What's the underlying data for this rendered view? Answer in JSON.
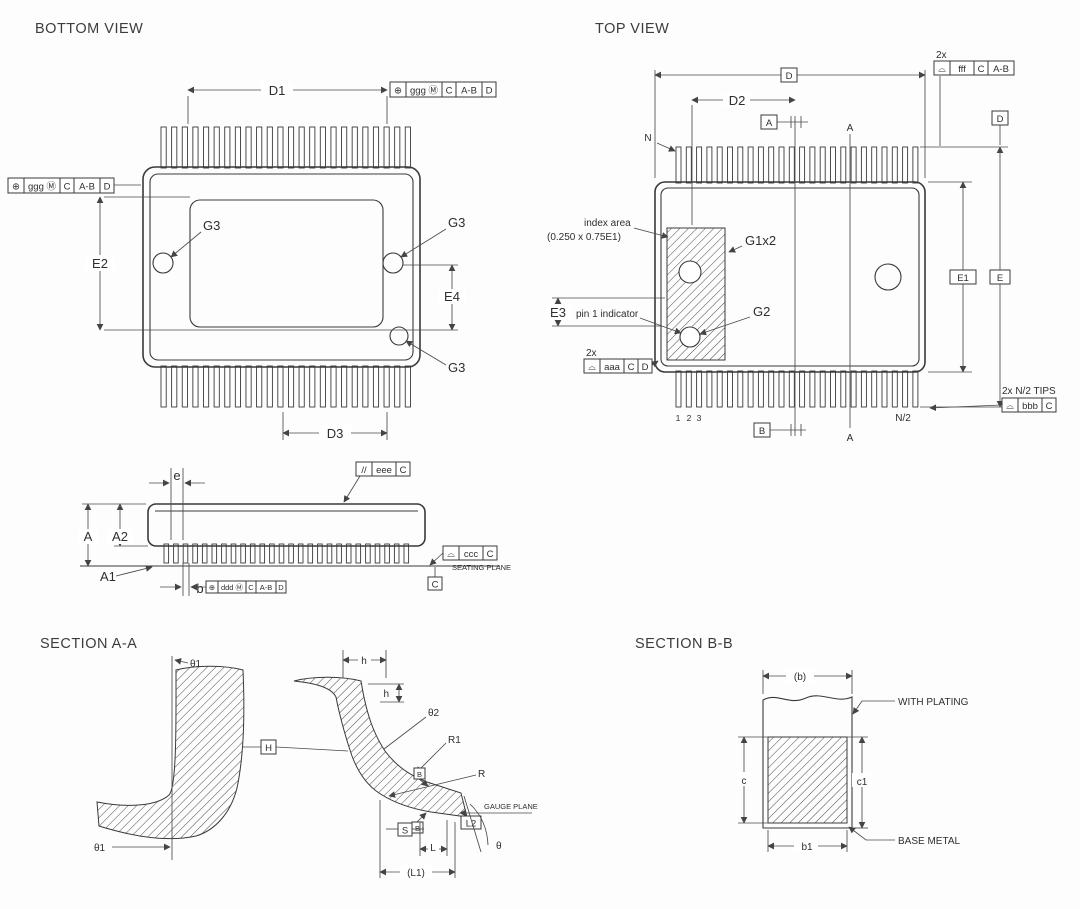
{
  "titles": {
    "bottom_view": "BOTTOM VIEW",
    "top_view": "TOP VIEW",
    "section_aa": "SECTION A-A",
    "section_bb": "SECTION B-B"
  },
  "bottom_view": {
    "dim_d1": "D1",
    "dim_d3": "D3",
    "dim_e2": "E2",
    "dim_e4": "E4",
    "label_g3": "G3",
    "fcf_ggg": {
      "sym": "⊕",
      "tol": "ggg Ⓜ",
      "ref1": "C",
      "ref2": "A-B",
      "ref3": "D"
    }
  },
  "top_view": {
    "dim_d": "D",
    "dim_d2": "D2",
    "dim_e": "E",
    "dim_e1": "E1",
    "dim_e3": "E3",
    "label_n": "N",
    "label_n2": "N/2",
    "label_g1": "G1x2",
    "label_g2": "G2",
    "datum_a": "A",
    "datum_b": "B",
    "datum_d": "D",
    "section_a": "A",
    "note_index_area": "index area",
    "note_index_size": "(0.250 x 0.75E1)",
    "note_pin1": "pin 1 indicator",
    "qty_2x": "2x",
    "note_tips": "2x N/2 TIPS",
    "pin_numbers": [
      "1",
      "2",
      "3"
    ],
    "fcf_fff": {
      "sym": "⌓",
      "tol": "fff",
      "ref1": "C",
      "ref2": "A-B"
    },
    "fcf_aaa": {
      "sym": "⌓",
      "tol": "aaa",
      "ref1": "C",
      "ref2": "D"
    },
    "fcf_bbb": {
      "sym": "⌓",
      "tol": "bbb",
      "ref1": "C"
    }
  },
  "side_view": {
    "dim_e": "e",
    "dim_a": "A",
    "dim_a1": "A1",
    "dim_a2": "A2",
    "dim_b": "b",
    "datum_c": "C",
    "note_seating": "SEATING PLANE",
    "fcf_eee": {
      "sym": "//",
      "tol": "eee",
      "ref1": "C"
    },
    "fcf_ccc": {
      "sym": "⌓",
      "tol": "ccc",
      "ref1": "C"
    },
    "fcf_ddd": {
      "sym": "⊕",
      "tol": "ddd Ⓜ",
      "ref1": "C",
      "ref2": "A-B",
      "ref3": "D"
    }
  },
  "section_aa": {
    "theta1": "θ1",
    "theta2": "θ2",
    "theta": "θ",
    "h": "h",
    "r1": "R1",
    "r": "R",
    "l": "L",
    "l1": "(L1)",
    "l2": "L2",
    "s": "S",
    "datum_h": "H",
    "datum_b": "B",
    "note_gauge": "GAUGE PLANE"
  },
  "section_bb": {
    "dim_b": "(b)",
    "dim_b1": "b1",
    "dim_c": "c",
    "dim_c1": "c1",
    "note_plating": "WITH PLATING",
    "note_base": "BASE METAL"
  }
}
